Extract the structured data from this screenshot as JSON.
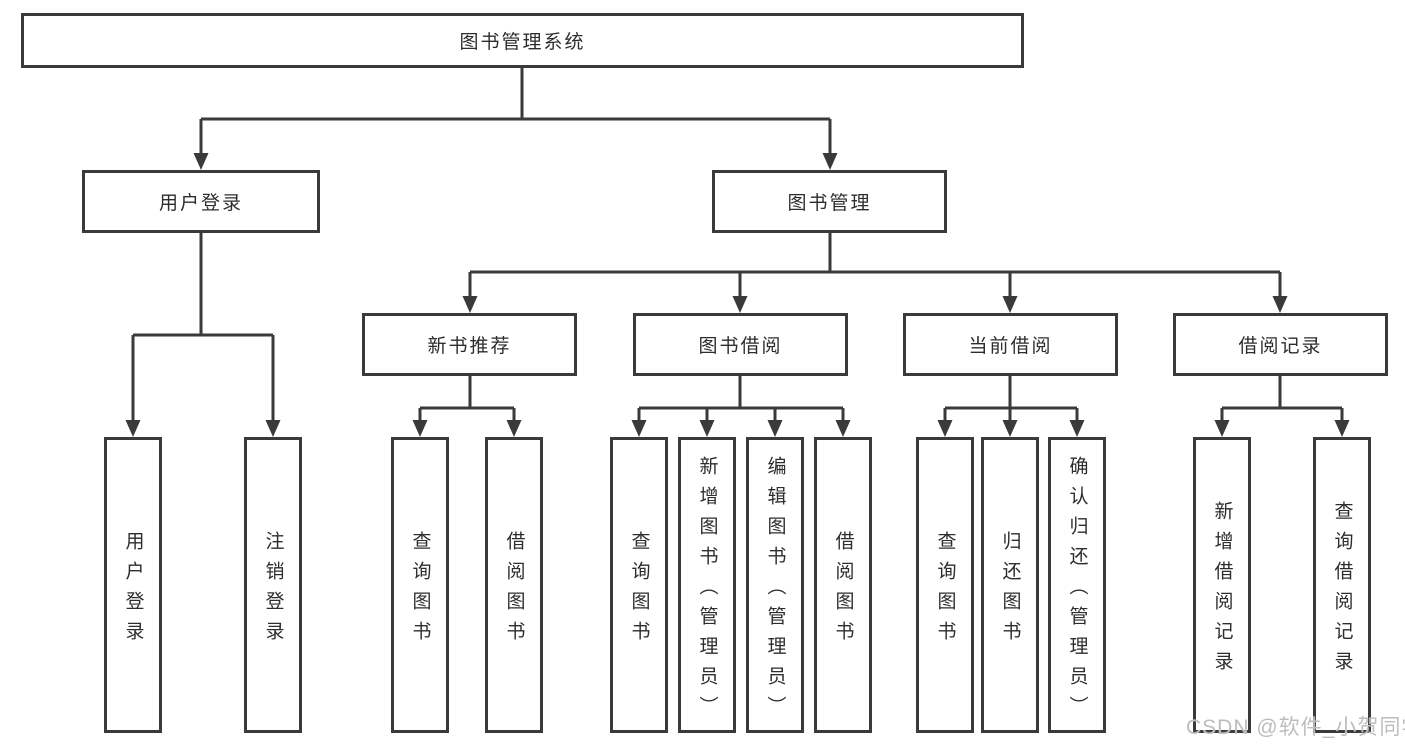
{
  "watermark": "CSDN @软件_小贺同学",
  "colors": {
    "line": "#3a3a3a",
    "box_border": "#3a3a3a",
    "box_fill": "#ffffff",
    "text": "#2d2d2d",
    "watermark": "#bdbdbd",
    "background": "#ffffff"
  },
  "tree": {
    "root": {
      "label": "图书管理系统"
    },
    "branches": [
      {
        "label": "用户登录",
        "children": [
          {
            "label": "用户登录"
          },
          {
            "label": "注销登录"
          }
        ]
      },
      {
        "label": "图书管理",
        "children": [
          {
            "label": "新书推荐",
            "children": [
              {
                "label": "查询图书"
              },
              {
                "label": "借阅图书"
              }
            ]
          },
          {
            "label": "图书借阅",
            "children": [
              {
                "label": "查询图书"
              },
              {
                "label": "新增图书（管理员）"
              },
              {
                "label": "编辑图书（管理员）"
              },
              {
                "label": "借阅图书"
              }
            ]
          },
          {
            "label": "当前借阅",
            "children": [
              {
                "label": "查询图书"
              },
              {
                "label": "归还图书"
              },
              {
                "label": "确认归还（管理员）"
              }
            ]
          },
          {
            "label": "借阅记录",
            "children": [
              {
                "label": "新增借阅记录"
              },
              {
                "label": "查询借阅记录"
              }
            ]
          }
        ]
      }
    ]
  }
}
